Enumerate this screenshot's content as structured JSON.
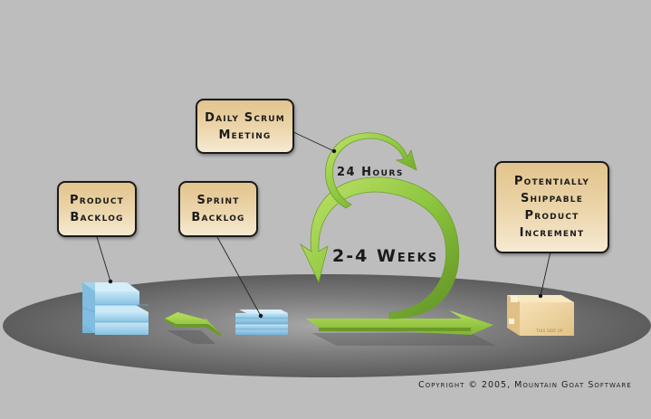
{
  "diagram": {
    "callouts": {
      "daily_scrum": [
        "Daily Scrum",
        "Meeting"
      ],
      "product_backlog": [
        "Product",
        "Backlog"
      ],
      "sprint_backlog": [
        "Sprint",
        "Backlog"
      ],
      "increment": [
        "Potentially",
        "Shippable",
        "Product",
        "Increment"
      ]
    },
    "cycle_labels": {
      "daily": "24 Hours",
      "sprint": "2-4 Weeks"
    },
    "box_stamp": "THIS SIDE UP",
    "copyright": "Copyright © 2005, Mountain Goat Software"
  },
  "colors": {
    "background": "#bdbdbd",
    "platform": "#5e5e5e",
    "arrow_green": "#8cc63f",
    "backlog_blue": "#9dd0ea",
    "callout_tan": "#e8cf9f",
    "box_tan": "#f0d6a0"
  }
}
